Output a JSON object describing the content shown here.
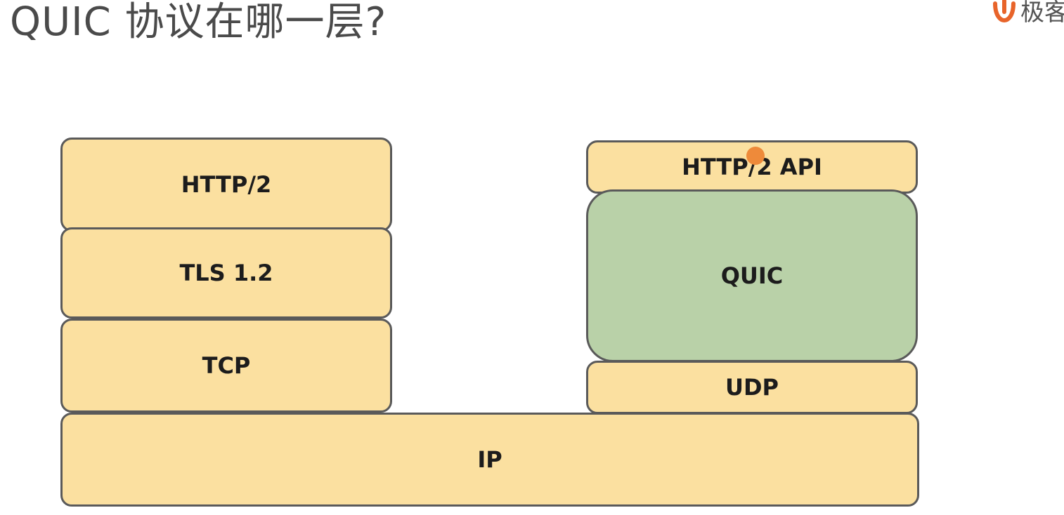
{
  "title": "QUIC 协议在哪一层?",
  "logo": {
    "text": "极客",
    "icon": "geek-logo-icon",
    "color": "#e8642a"
  },
  "diagram": {
    "left_stack": [
      "HTTP/2",
      "TLS 1.2",
      "TCP"
    ],
    "right_stack": [
      "HTTP/2 API",
      "QUIC",
      "UDP"
    ],
    "base": "IP",
    "colors": {
      "layer": "#fbe0a0",
      "quic": "#b9d1a8",
      "border": "#5a5a5a"
    }
  },
  "cursor": {
    "icon": "pointer-dot-icon",
    "color": "#ee8a3a"
  }
}
